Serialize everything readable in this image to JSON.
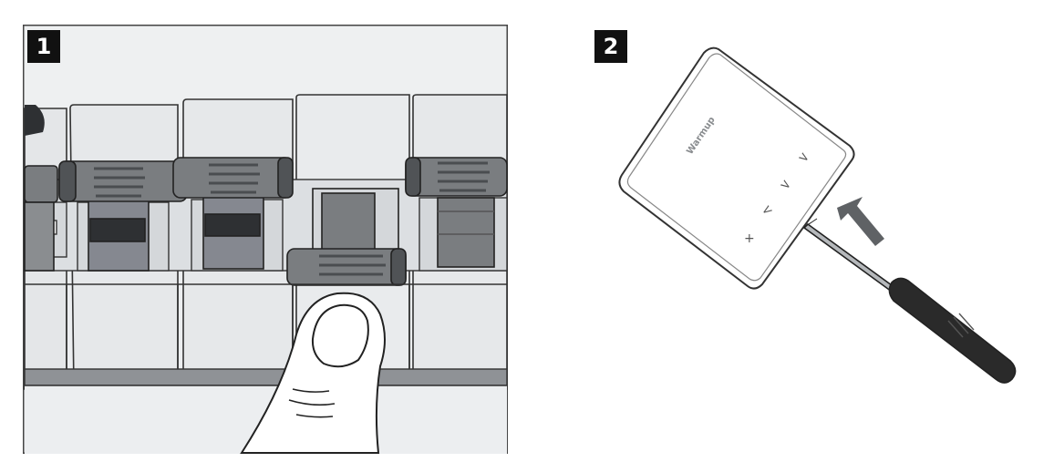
{
  "steps": [
    {
      "number": "1"
    },
    {
      "number": "2"
    }
  ],
  "thermostat": {
    "brand": "Warmup",
    "buttons": [
      "+",
      "<",
      ">",
      ">"
    ]
  },
  "colors": {
    "outline": "#222222",
    "panel_bg": "#eceef0",
    "breaker_body": "#e6e8ea",
    "breaker_shadow": "#c9cccf",
    "toggle": "#7a7d80",
    "toggle_dark": "#505356",
    "toggle_black": "#2e3033",
    "arrow": "#5f6265",
    "screwdriver_handle": "#2a2a2a"
  },
  "icons": [
    "finger-press",
    "thermostat-device",
    "screwdriver",
    "insert-arrow"
  ]
}
